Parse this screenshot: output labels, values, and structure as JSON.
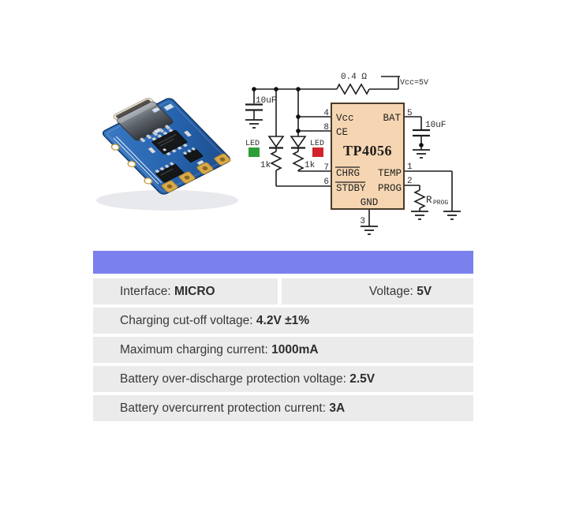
{
  "photo": {
    "description": "blue TP4056 lithium battery charging module with USB-C connector"
  },
  "schematic": {
    "ic_name": "TP4056",
    "pin4_num": "4",
    "pin4_label": "Vcc",
    "pin8_num": "8",
    "pin8_label": "CE",
    "pin7_num": "7",
    "pin7_label": "CHRG",
    "pin6_num": "6",
    "pin6_label": "STDBY",
    "pin5_num": "5",
    "pin5_label": "BAT",
    "pin1_num": "1",
    "pin1_label": "TEMP",
    "pin2_num": "2",
    "pin2_label": "PROG",
    "pin3_num": "3",
    "pin3_label": "GND",
    "input_cap": "10uF",
    "bat_cap": "10uF",
    "series_res": "0.4 Ω",
    "supply": "Vcc=5V",
    "led_left_label": "LED",
    "led_right_label": "LED",
    "res_left": "1k",
    "res_right": "1k",
    "rprog_r": "R",
    "rprog_sub": "PROG",
    "colors": {
      "ic_fill": "#f6d6b2",
      "ic_border": "#4a3b2a",
      "led_green": "#2d9e37",
      "led_red": "#d2232a",
      "wire": "#1d1d1d"
    }
  },
  "table": {
    "header_color": "#7b80ef",
    "row_bg": "#ebebeb",
    "rows": [
      {
        "left_label": "Interface:",
        "left_value": "MICRO",
        "right_label": "Voltage:",
        "right_value": "5V"
      },
      {
        "label": "Charging cut-off voltage:",
        "value": "4.2V ±1%"
      },
      {
        "label": "Maximum charging current:",
        "value": "1000mA"
      },
      {
        "label": "Battery over-discharge protection voltage:",
        "value": "2.5V"
      },
      {
        "label": "Battery overcurrent protection current:",
        "value": "3A"
      }
    ]
  }
}
